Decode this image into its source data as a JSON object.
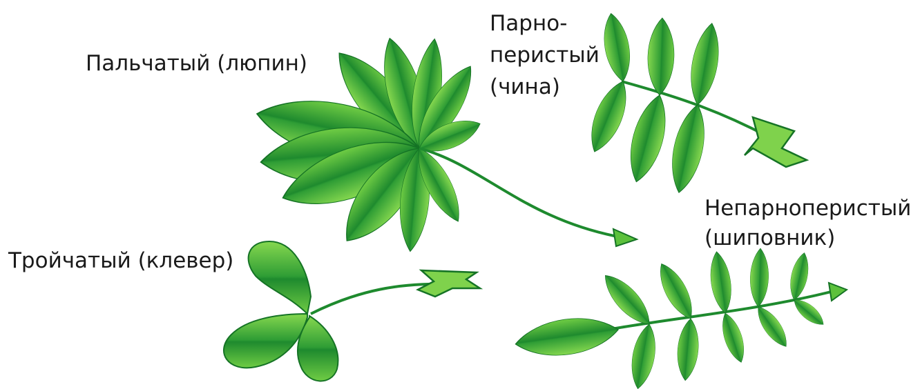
{
  "labels": {
    "palmate": "Пальчатый (люпин)",
    "paripinnate_1": "Парно-",
    "paripinnate_2": "перистый",
    "paripinnate_3": "(чина)",
    "imparipinnate_1": "Непарноперистый",
    "imparipinnate_2": "(шиповник)",
    "trifoliate": "Тройчатый (клевер)"
  },
  "colors": {
    "leaf_light": "#86d84f",
    "leaf_dark": "#1e8a2e",
    "stroke": "#157325",
    "text": "#1a1a1a"
  }
}
